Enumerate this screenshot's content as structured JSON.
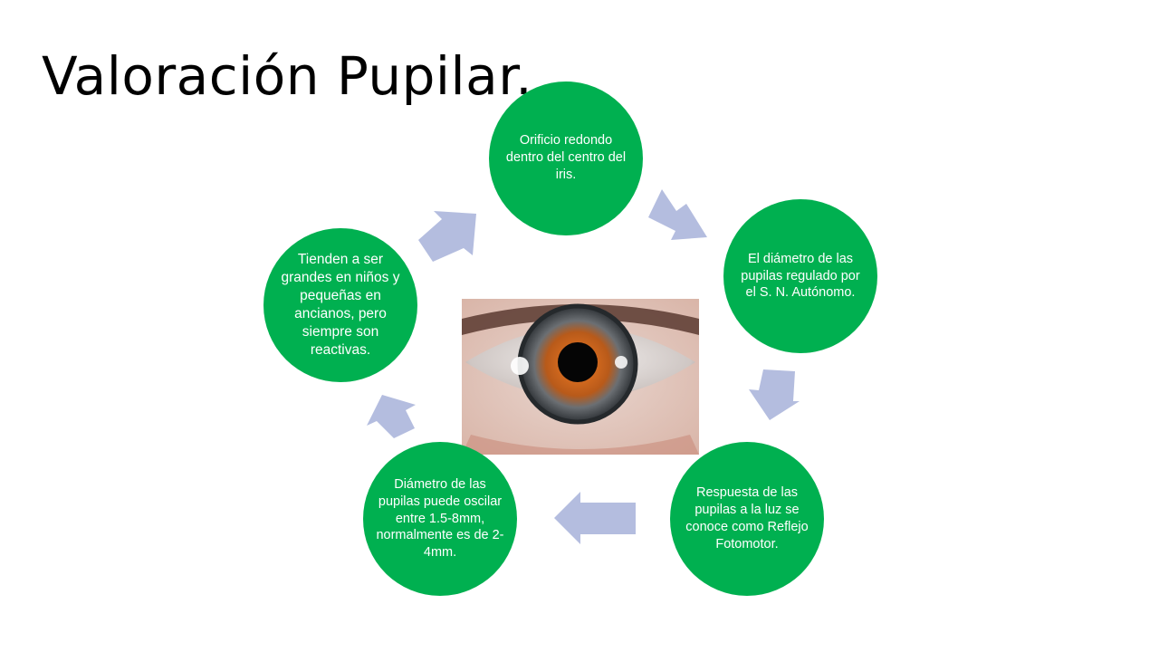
{
  "title": "Valoración Pupilar.",
  "colors": {
    "circle_fill": "#00b050",
    "arrow_fill": "#b4bddf",
    "text": "#ffffff"
  },
  "cycle": [
    {
      "id": "top",
      "text": "Orificio redondo dentro del centro del iris."
    },
    {
      "id": "right",
      "text": "El diámetro de las pupilas regulado por el S. N. Autónomo."
    },
    {
      "id": "bottom-right",
      "text": "Respuesta de las pupilas a la luz se conoce como Reflejo Fotomotor."
    },
    {
      "id": "bottom-left",
      "text": "Diámetro de las pupilas puede oscilar entre 1.5-8mm, normalmente es de 2-4mm."
    },
    {
      "id": "left",
      "text": "Tienden a ser grandes en niños y pequeñas en ancianos, pero siempre son reactivas."
    }
  ],
  "center_image": "eye-closeup-photo"
}
